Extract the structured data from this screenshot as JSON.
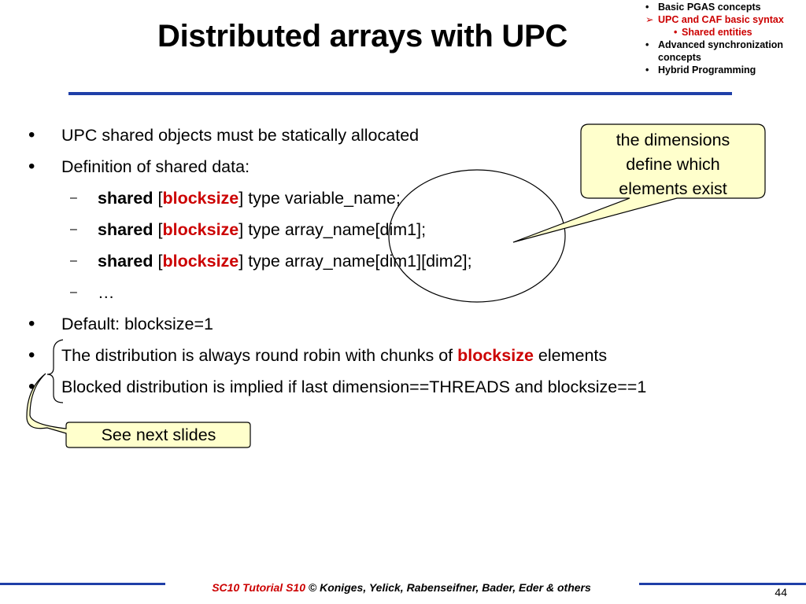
{
  "title": "Distributed arrays with UPC",
  "nav": {
    "items": [
      {
        "marker": "•",
        "label": "Basic PGAS concepts"
      },
      {
        "marker": "➢",
        "label": "UPC and CAF basic syntax"
      },
      {
        "marker": "•",
        "label": "Shared entities"
      },
      {
        "marker": "•",
        "label": "Advanced synchronization concepts"
      },
      {
        "marker": "•",
        "label": "Hybrid Programming"
      }
    ]
  },
  "bullets": {
    "b1": "UPC shared objects must be statically allocated",
    "b2": "Definition of shared data:",
    "sub1": {
      "kw": "shared",
      "open": " [",
      "bs": "blocksize",
      "rest": "] type variable_name;"
    },
    "sub2": {
      "kw": "shared",
      "open": " [",
      "bs": "blocksize",
      "rest": "] type array_name[dim1];"
    },
    "sub3": {
      "kw": "shared",
      "open": " [",
      "bs": "blocksize",
      "rest": "] type array_name[dim1][dim2];"
    },
    "sub4": "…",
    "b3": "Default: blocksize=1",
    "b4": {
      "pre": "The distribution is always round robin with chunks of ",
      "bs": "blocksize",
      "post": " elements"
    },
    "b5": "Blocked distribution is implied if last dimension==THREADS and blocksize==1"
  },
  "callout": {
    "line1": "the dimensions",
    "line2": "define which",
    "line3": "elements exist"
  },
  "note": "See next slides",
  "footer": {
    "brand": "SC10 Tutorial S10",
    "rest": " © Koniges, Yelick, Rabenseifner, Bader, Eder & others",
    "page": "44"
  },
  "colors": {
    "accent_red": "#cc0000",
    "rule_blue": "#1f3fa8",
    "callout_fill": "#ffffcc"
  }
}
